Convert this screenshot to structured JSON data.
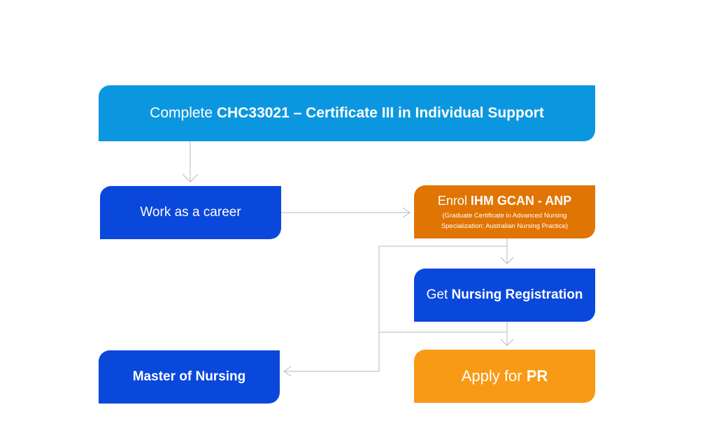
{
  "steps": {
    "certificate": {
      "prefix": "Complete ",
      "bold": "CHC33021 – Certificate III in Individual Support"
    },
    "work": {
      "label": "Work as a career"
    },
    "enrol": {
      "prefix": "Enrol ",
      "bold": "IHM GCAN - ANP",
      "subtitle": "(Graduate Certificate in Advanced Nursing Specialization: Australian Nursing Practice)"
    },
    "registration": {
      "prefix": "Get ",
      "bold": "Nursing Registration"
    },
    "master": {
      "label": "Master of Nursing"
    },
    "pr": {
      "prefix": "Apply for ",
      "bold": "PR"
    }
  },
  "colors": {
    "light_blue": "#0b97df",
    "dark_blue": "#0a48dc",
    "dark_orange": "#e07503",
    "orange": "#f89a14",
    "connector": "#b7b7b7"
  }
}
